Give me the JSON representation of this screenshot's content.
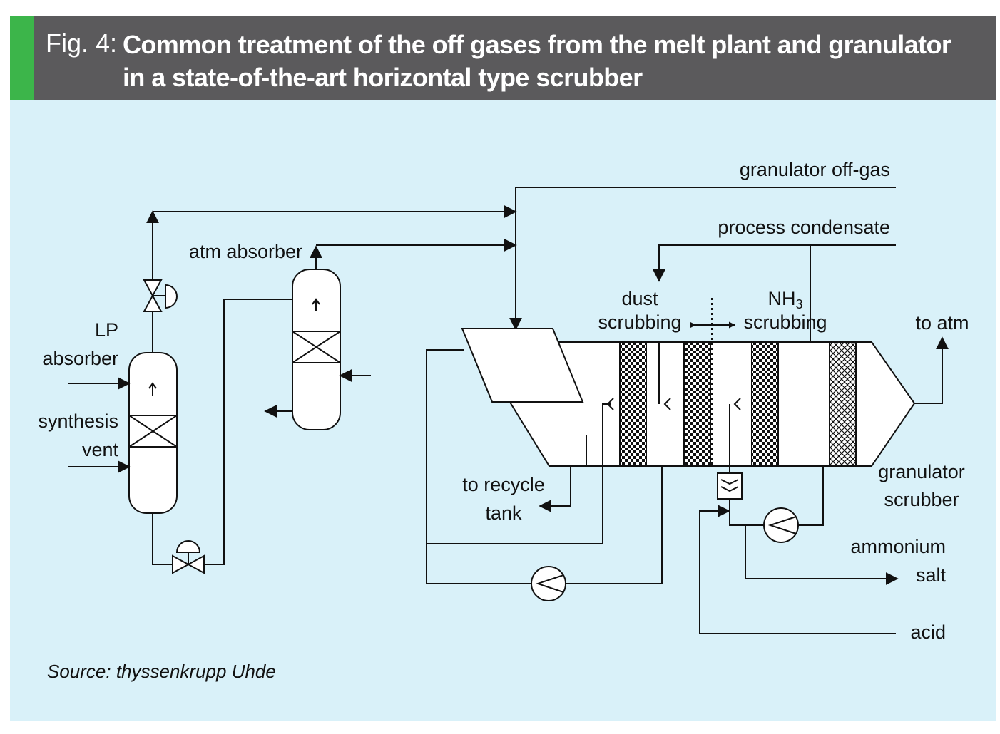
{
  "header": {
    "figure_label": "Fig. 4:",
    "title": "Common treatment of the off gases from the melt plant and granulator in a state-of-the-art horizontal type scrubber",
    "accent_color": "#3cb54a",
    "background_color": "#5b5a5c"
  },
  "diagram": {
    "background_color": "#d9f1f9",
    "labels": {
      "granulator_off_gas": "granulator off-gas",
      "process_condensate": "process condensate",
      "atm_absorber": "atm absorber",
      "lp": "LP",
      "absorber": "absorber",
      "synthesis": "synthesis",
      "vent": "vent",
      "dust": "dust",
      "dust_scrubbing": "scrubbing",
      "nh": "NH",
      "nh_sub": "3",
      "nh_scrubbing": "scrubbing",
      "to_atm": "to atm",
      "to_recycle": "to recycle",
      "tank": "tank",
      "granulator": "granulator",
      "scrubber": "scrubber",
      "ammonium": "ammonium",
      "salt": "salt",
      "acid": "acid"
    }
  },
  "source": "Source: thyssenkrupp Uhde"
}
